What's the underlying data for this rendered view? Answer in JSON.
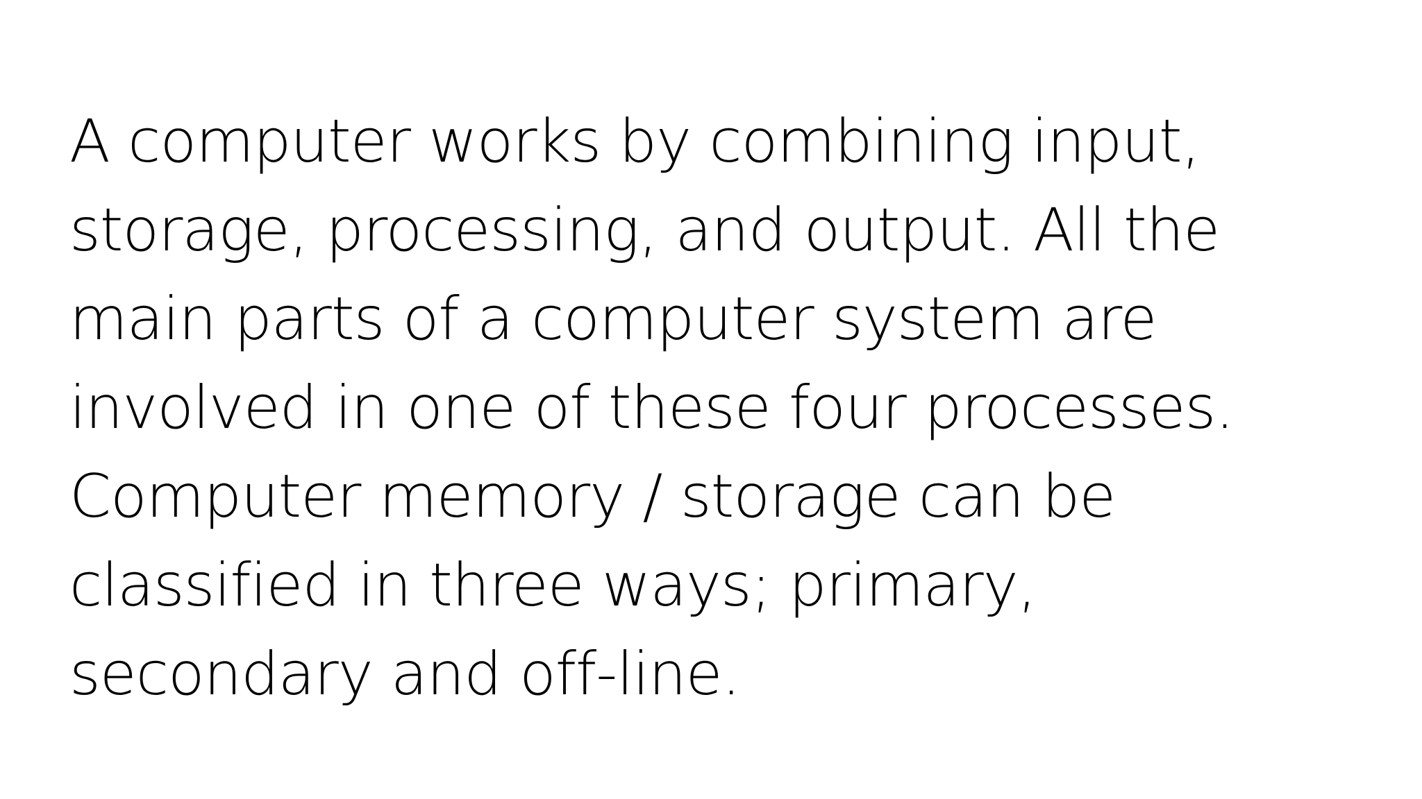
{
  "slide": {
    "background_color": "#ffffff",
    "text_color": "#000000",
    "lines": [
      "A computer works by combining input,",
      "storage, processing, and output. All the",
      "main parts of a computer system are",
      "involved in one of these four processes.",
      "Computer memory / storage can be",
      "classified in three ways; primary,",
      "secondary and off-line."
    ]
  }
}
